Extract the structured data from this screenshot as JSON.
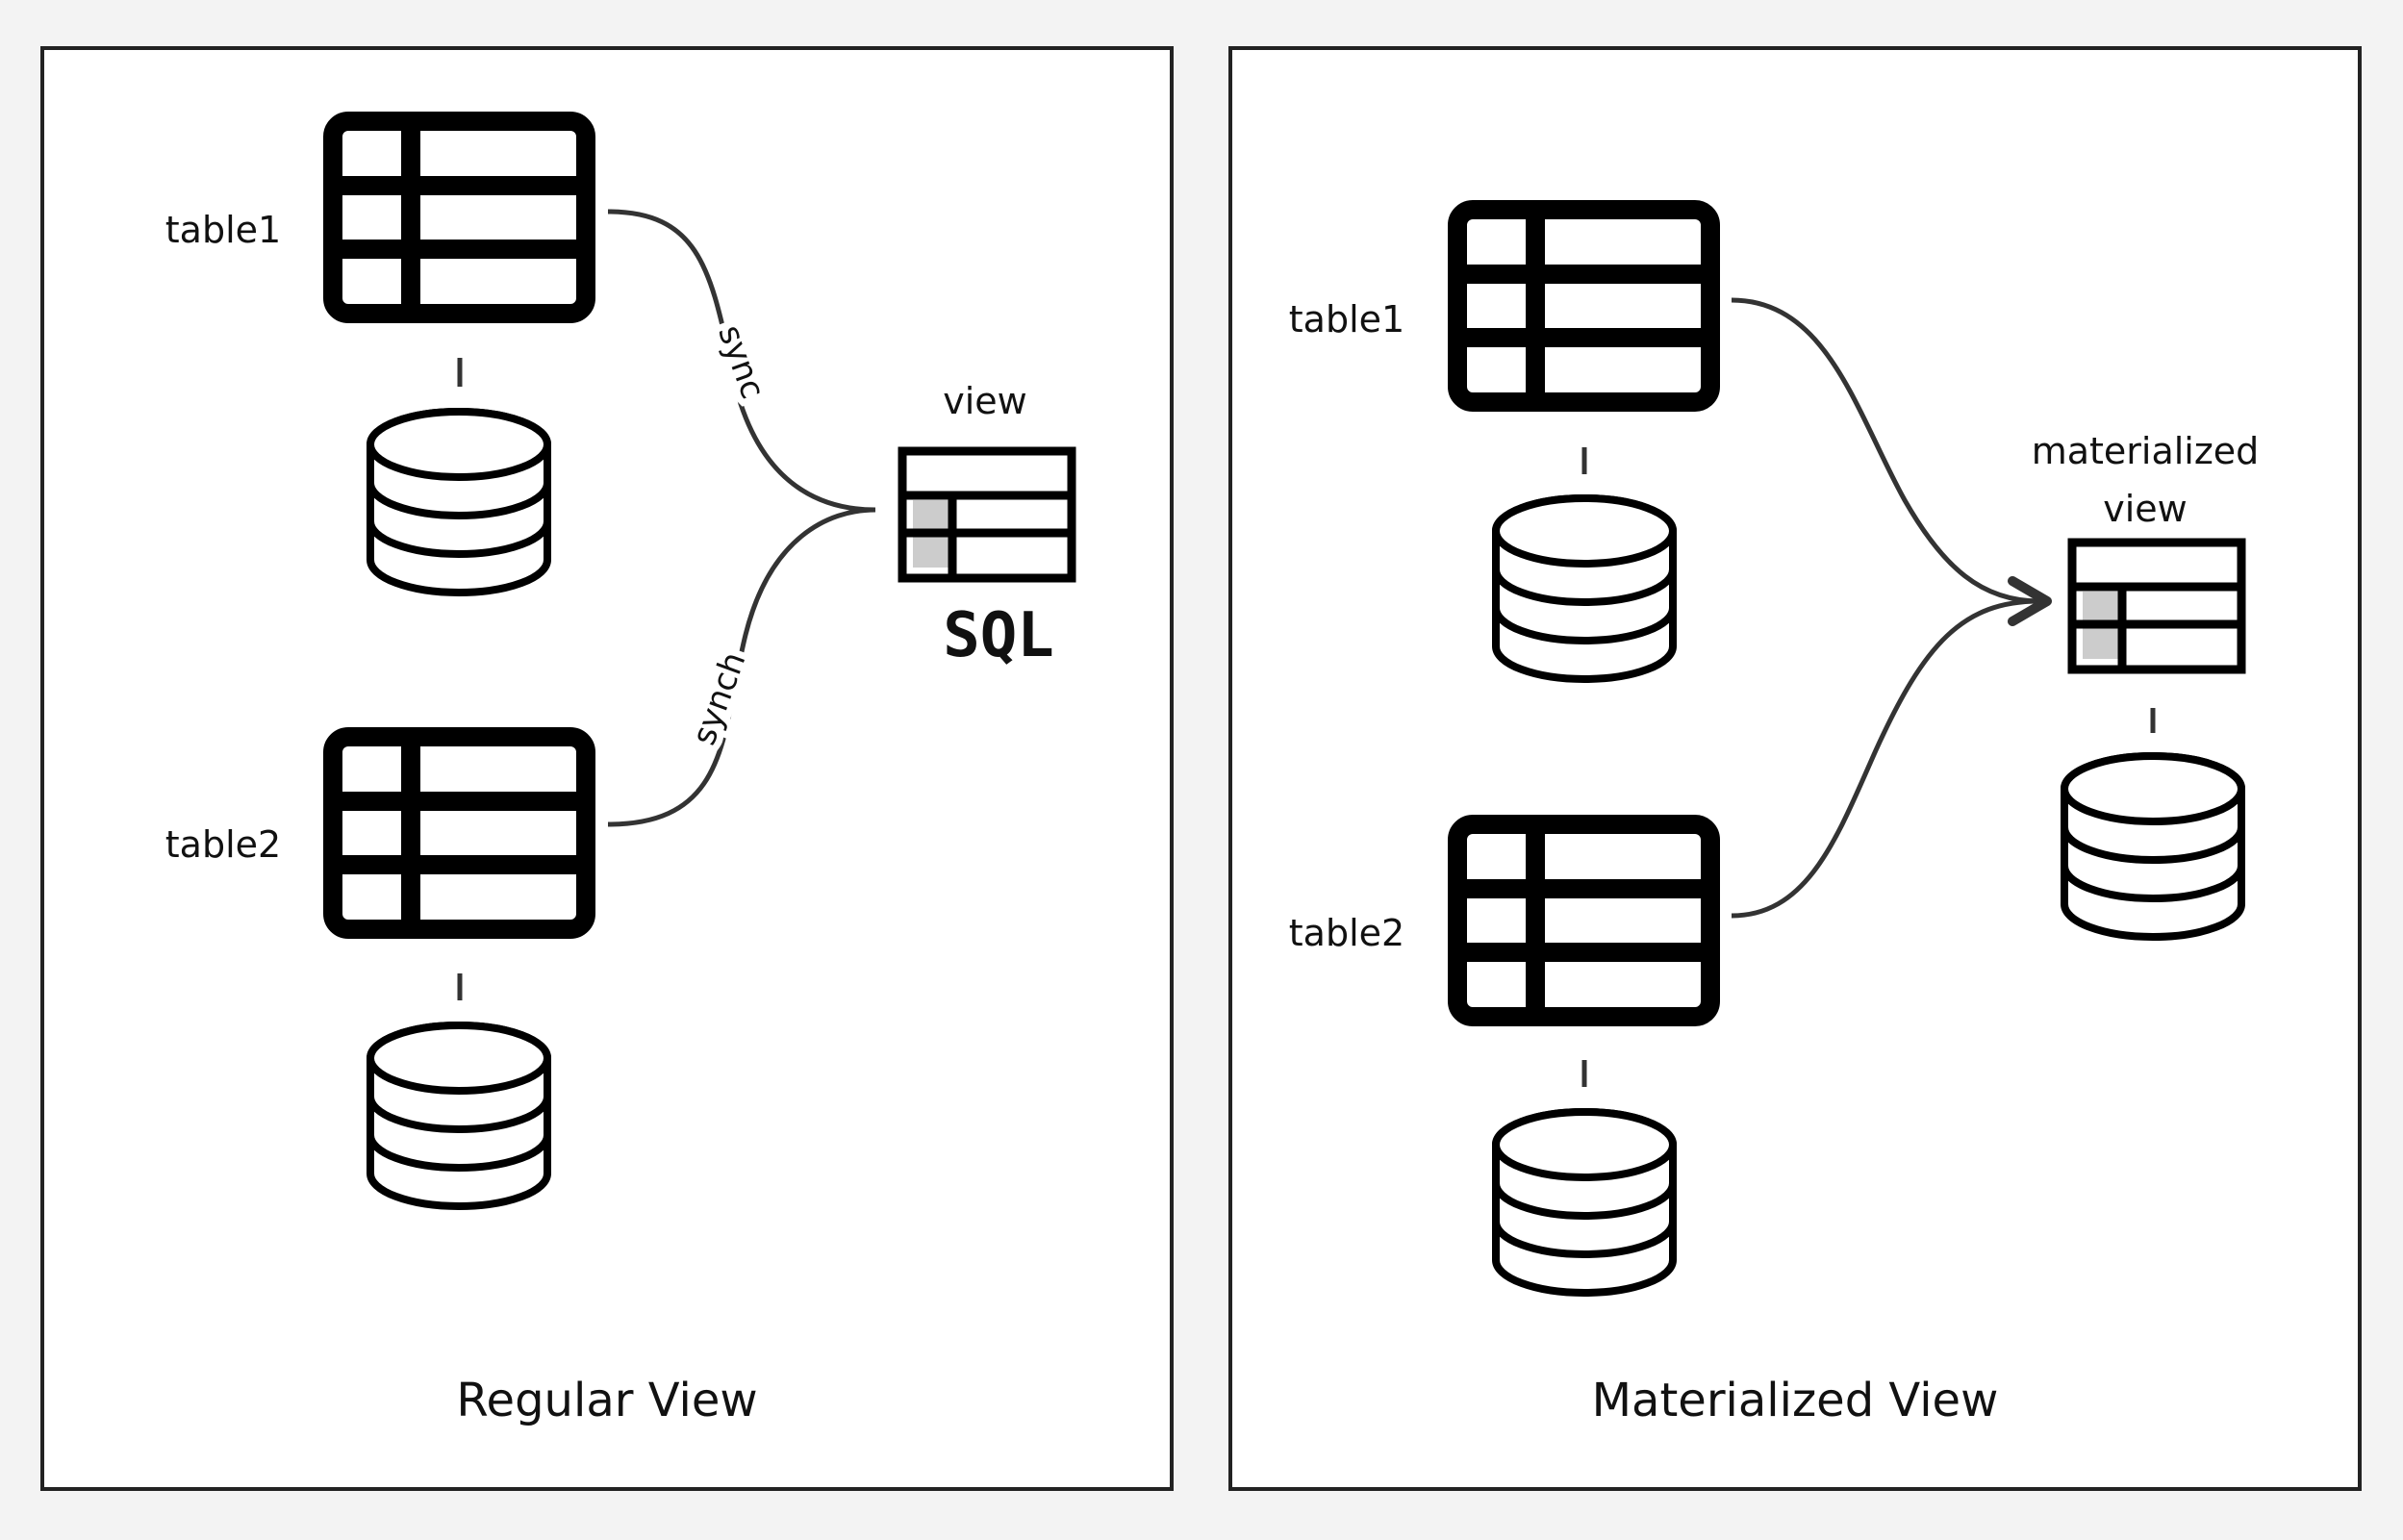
{
  "colors": {
    "background": "#f3f3f3",
    "panel": "#ffffff",
    "stroke": "#000000",
    "connector": "#333333",
    "cell_highlight": "#cccccc"
  },
  "regular_panel": {
    "caption": "Regular View",
    "table1_label": "table1",
    "table2_label": "table2",
    "view_label": "view",
    "sql_label": "SQL",
    "edge1_label": "sync",
    "edge2_label": "synch"
  },
  "materialized_panel": {
    "caption": "Materialized View",
    "table1_label": "table1",
    "table2_label": "table2",
    "view_label_line1": "materialized",
    "view_label_line2": "view"
  },
  "icons": [
    "table-icon",
    "database-icon",
    "view-table-icon",
    "sql-icon",
    "arrow-icon"
  ]
}
